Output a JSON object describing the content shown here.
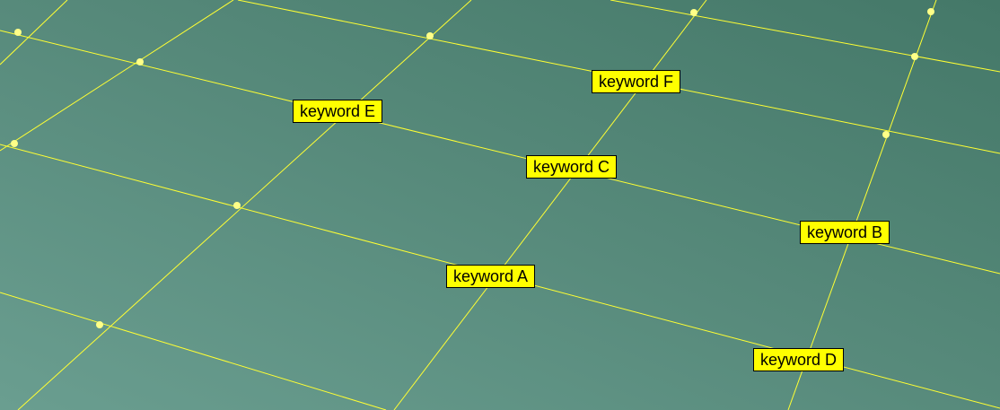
{
  "colors": {
    "surface_light": "#6a9e90",
    "surface_mid": "#578a7b",
    "surface_dark": "#447868",
    "grid_line": "#ffff33",
    "grid_vertex": "#ffff88",
    "label_background": "#ffff00",
    "label_border": "#000000"
  },
  "labels": {
    "keyword_a": "keyword A",
    "keyword_b": "keyword B",
    "keyword_c": "keyword C",
    "keyword_d": "keyword D",
    "keyword_e": "keyword E",
    "keyword_f": "keyword F"
  }
}
